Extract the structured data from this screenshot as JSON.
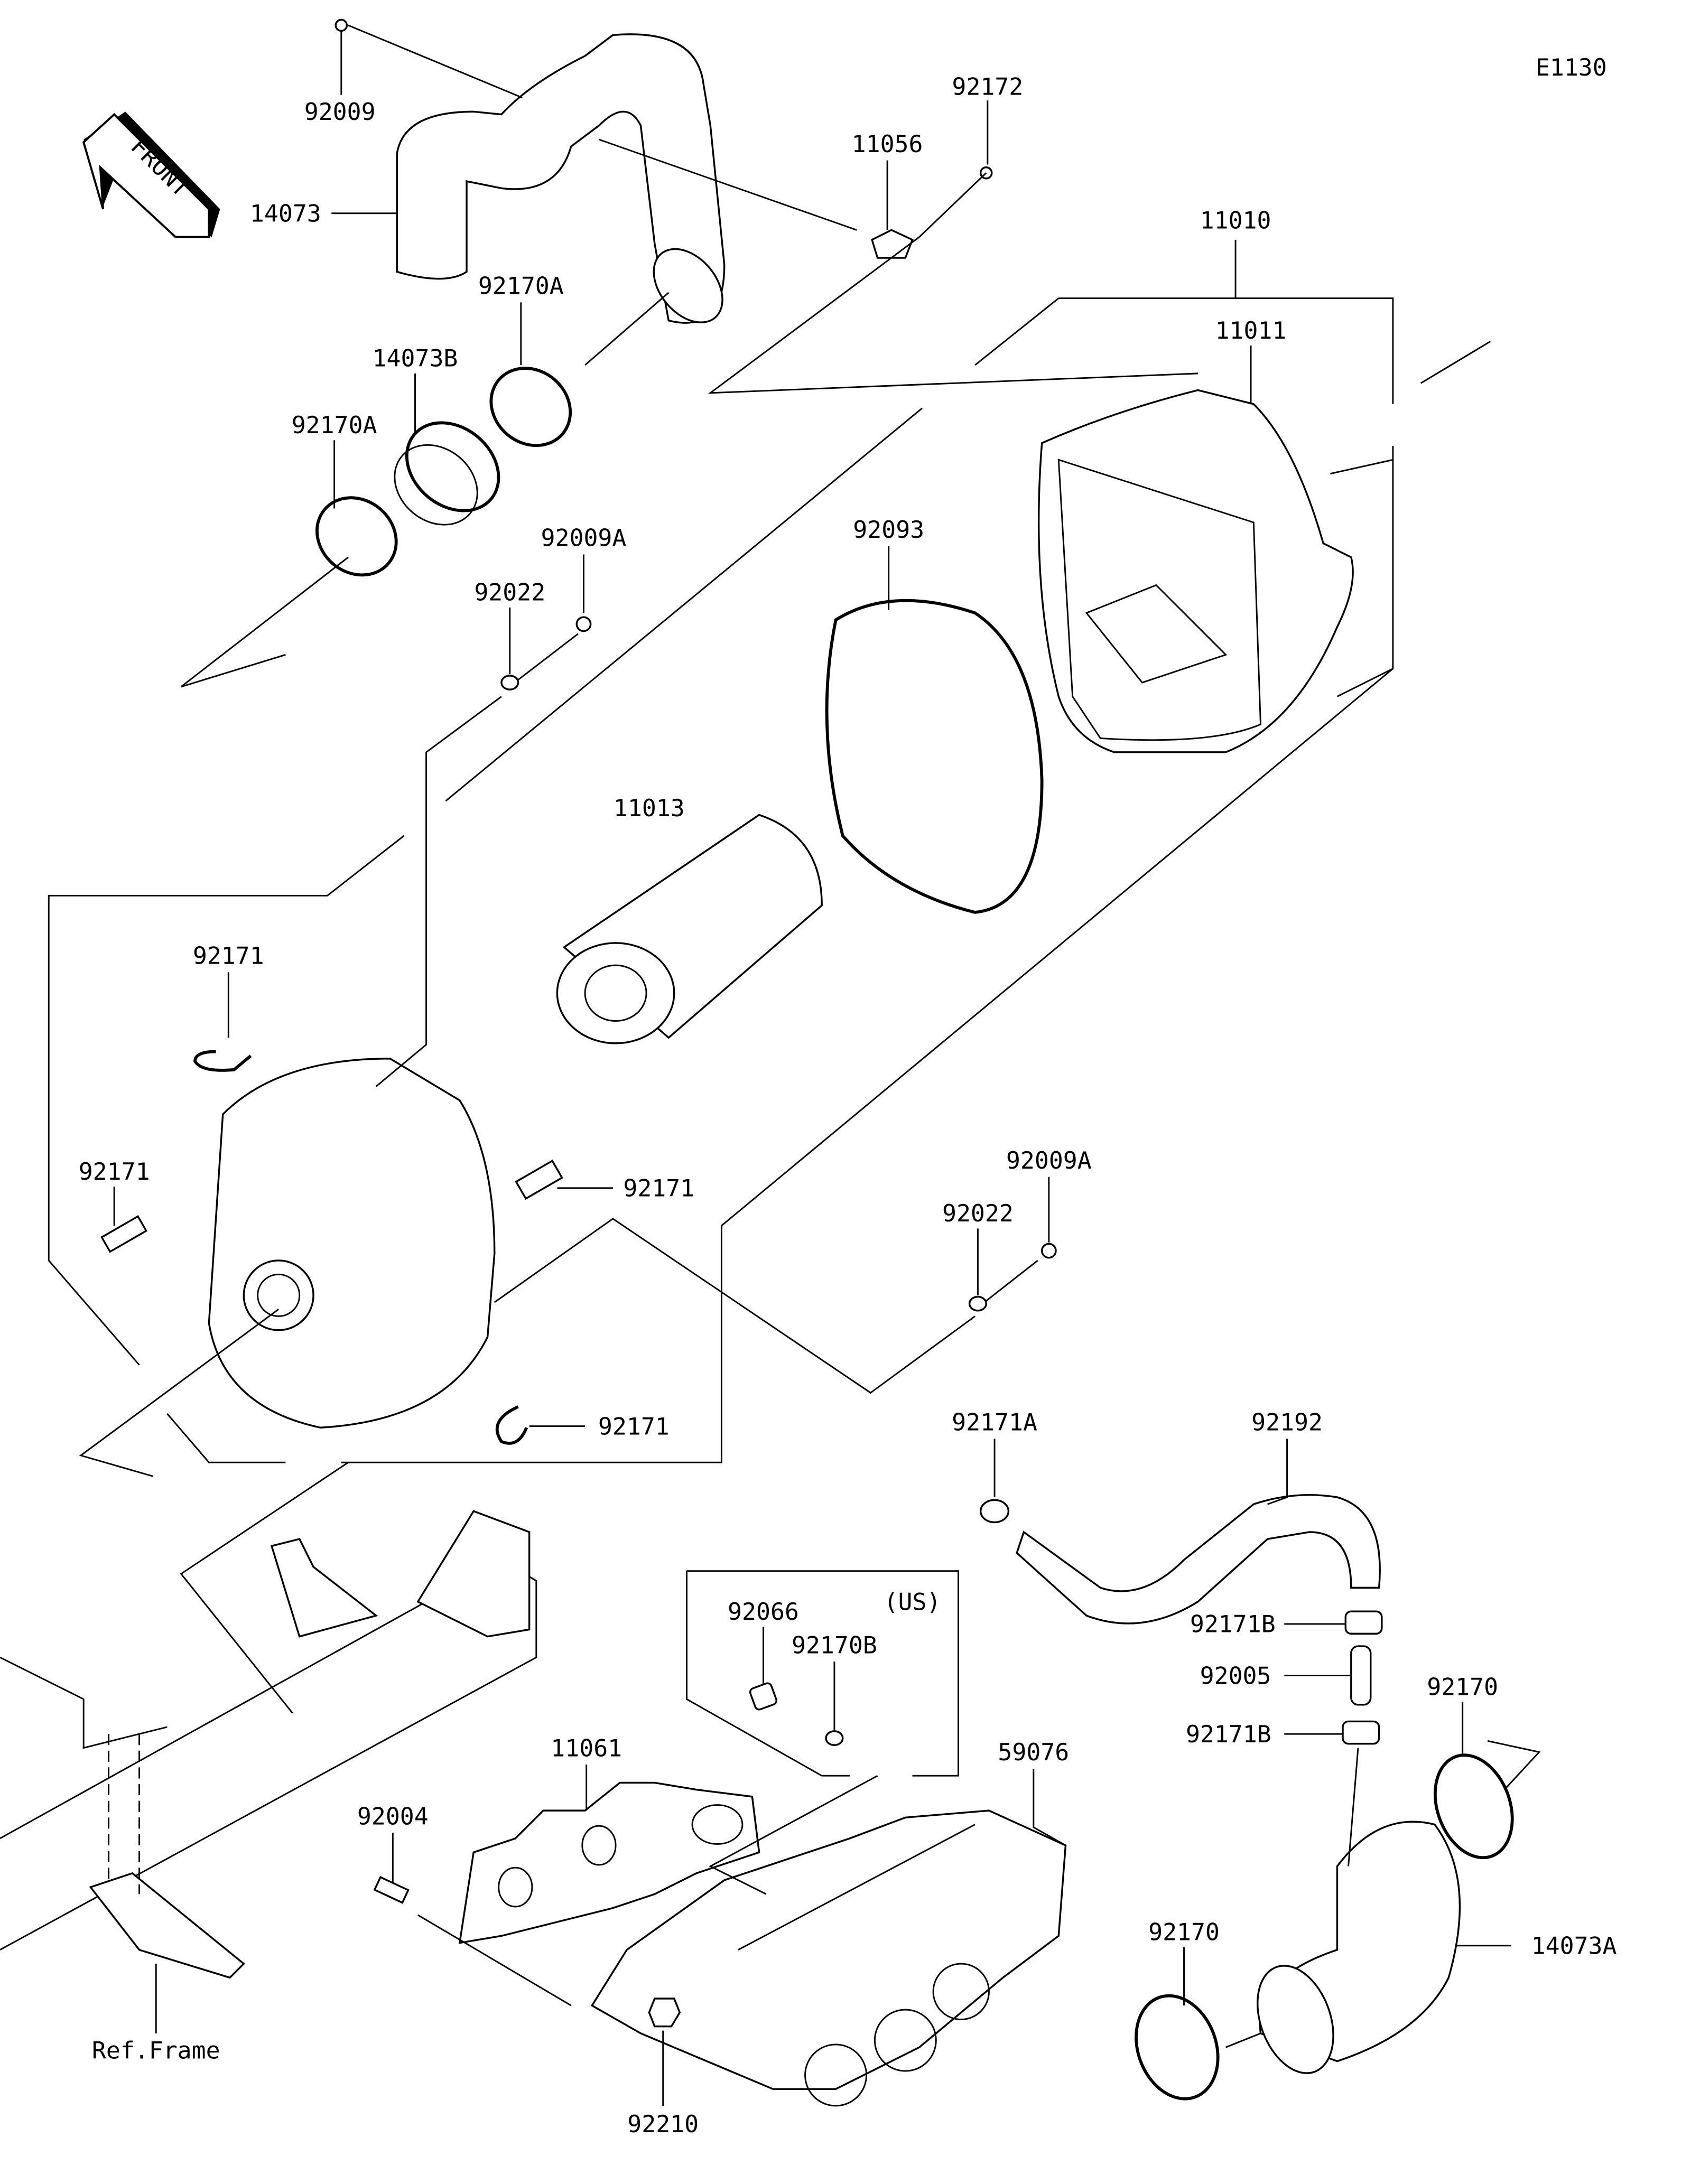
{
  "diagram": {
    "code": "E1130",
    "front_arrow": "FRONT",
    "labels": [
      "92009",
      "14073",
      "92172",
      "11056",
      "11010",
      "11011",
      "92170A",
      "14073B",
      "92170A",
      "92093",
      "92009A",
      "92022",
      "11013",
      "92171",
      "92171",
      "92171",
      "92009A",
      "92022",
      "92171",
      "92171A",
      "92192",
      "92066",
      "(US)",
      "92170B",
      "92171B",
      "92005",
      "92170",
      "92171B",
      "11061",
      "59076",
      "92004",
      "92170",
      "14073A",
      "Ref.Frame",
      "92210"
    ]
  }
}
